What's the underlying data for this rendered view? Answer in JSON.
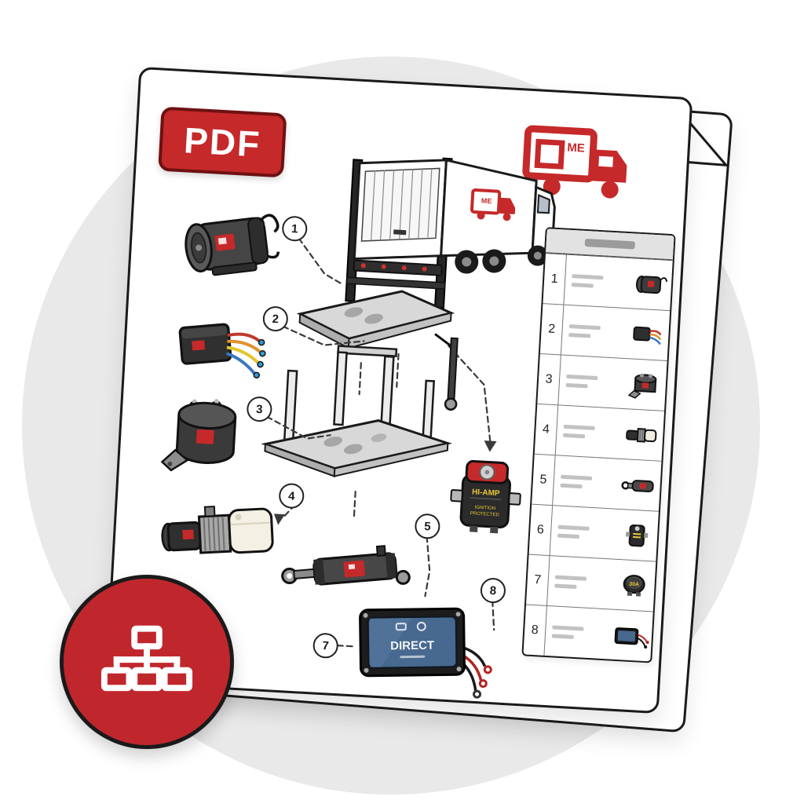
{
  "colors": {
    "red": "#c5292a",
    "dark": "#1a1a1a",
    "bg_circle": "#e9e9e9",
    "pad_blue": "#47688f",
    "accent_yellow": "#e8c83a"
  },
  "pdf_badge": {
    "label": "PDF"
  },
  "logo": {
    "truck_text": "ME"
  },
  "callouts": [
    {
      "number": "1",
      "part": "electric-motor"
    },
    {
      "number": "2",
      "part": "control-box"
    },
    {
      "number": "3",
      "part": "starter-solenoid"
    },
    {
      "number": "4",
      "part": "hydraulic-power-unit"
    },
    {
      "number": "5",
      "part": "hydraulic-cylinder"
    },
    {
      "number": "7",
      "part": "control-pad"
    },
    {
      "number": "8",
      "part": "control-pad-wiring"
    }
  ],
  "components": {
    "circuit_breaker": {
      "line1": "HI-AMP",
      "line2": "IGNITION",
      "line3": "PROTECTED"
    },
    "control_pad": {
      "label": "DIRECT"
    }
  },
  "parts_table": {
    "rows": [
      {
        "number": "1",
        "thumb": "electric-motor"
      },
      {
        "number": "2",
        "thumb": "control-box-with-wires"
      },
      {
        "number": "3",
        "thumb": "starter-solenoid"
      },
      {
        "number": "4",
        "thumb": "hydraulic-power-unit"
      },
      {
        "number": "5",
        "thumb": "hydraulic-cylinder"
      },
      {
        "number": "6",
        "thumb": "circuit-breaker"
      },
      {
        "number": "7",
        "thumb": "circuit-breaker-round",
        "thumb_label": "30A"
      },
      {
        "number": "8",
        "thumb": "control-pad"
      }
    ]
  }
}
